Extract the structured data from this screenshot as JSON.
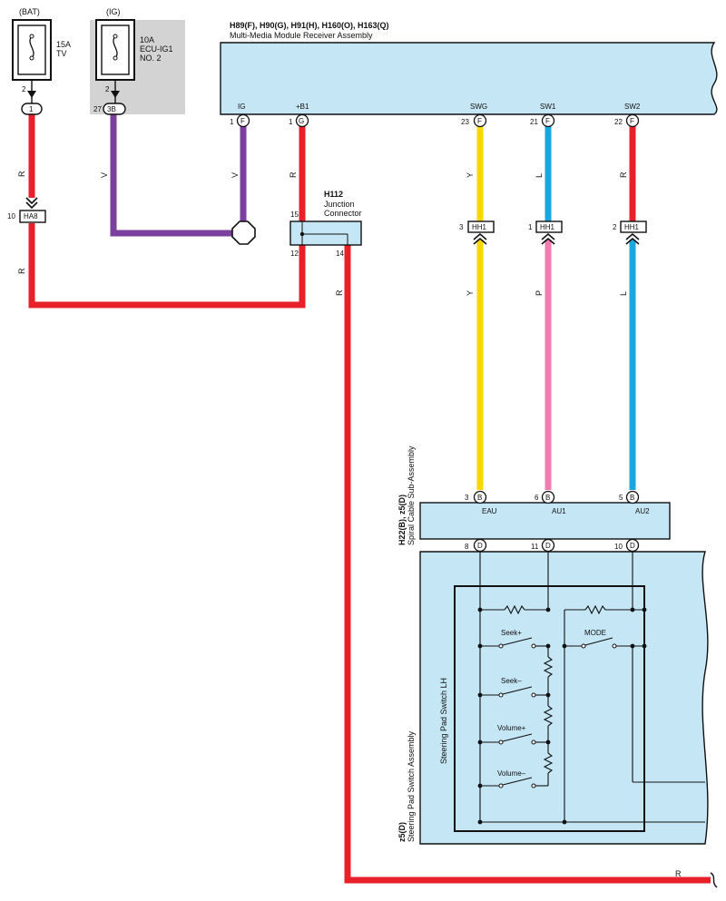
{
  "fuses": {
    "bat_label": "(BAT)",
    "bat_amp": "15A",
    "bat_name": "TV",
    "bat_pin": "2",
    "bat_conn": "1",
    "ig_label": "(IG)",
    "ig_amp": "10A",
    "ig_name1": "ECU-IG1",
    "ig_name2": "NO. 2",
    "ig_pin": "2",
    "ig_conn_pin": "27",
    "ig_conn": "3B"
  },
  "receiver": {
    "codes": "H89(F), H90(G), H91(H), H160(O), H163(Q)",
    "name": "Multi-Media Module Receiver Assembly",
    "terminals": [
      {
        "label": "IG",
        "pin": "1",
        "conn": "F"
      },
      {
        "label": "+B1",
        "pin": "1",
        "conn": "G"
      },
      {
        "label": "SWG",
        "pin": "23",
        "conn": "F"
      },
      {
        "label": "SW1",
        "pin": "21",
        "conn": "F"
      },
      {
        "label": "SW2",
        "pin": "22",
        "conn": "F"
      }
    ]
  },
  "junction": {
    "code": "H112",
    "name1": "Junction",
    "name2": "Connector",
    "pin_top": "15",
    "pin_left": "12",
    "pin_right": "14"
  },
  "connectors": {
    "ha8_pin": "10",
    "ha8": "HA8",
    "hh1": "HH1",
    "hh1_pins": [
      "3",
      "1",
      "2"
    ]
  },
  "wire_colors": {
    "red_code": "R",
    "violet_code": "V",
    "yellow_code": "Y",
    "blue_code": "L",
    "pink_code": "P",
    "red": "#e8202a",
    "violet": "#7b3f9e",
    "yellow": "#f7d800",
    "blue": "#1aa7e0",
    "pink": "#f07cb0"
  },
  "spiral": {
    "codes": "H22(B), z5(D)",
    "name": "Spiral Cable Sub-Assembly",
    "terminals": [
      {
        "label": "EAU",
        "pin": "3",
        "conn": "B"
      },
      {
        "label": "AU1",
        "pin": "6",
        "conn": "B"
      },
      {
        "label": "AU2",
        "pin": "5",
        "conn": "B"
      }
    ],
    "bottom_pins": [
      {
        "pin": "8",
        "conn": "D"
      },
      {
        "pin": "11",
        "conn": "D"
      },
      {
        "pin": "10",
        "conn": "D"
      }
    ]
  },
  "steering": {
    "code": "z5(D)",
    "assembly": "Steering Pad Switch Assembly",
    "lh": "Steering Pad Switch LH",
    "switches": [
      "Seek+",
      "Seek–",
      "Volume+",
      "Volume–",
      "MODE"
    ]
  },
  "colors": {
    "component_fill": "#c5e6f5",
    "fuse_box_gray": "#d3d3d3"
  }
}
